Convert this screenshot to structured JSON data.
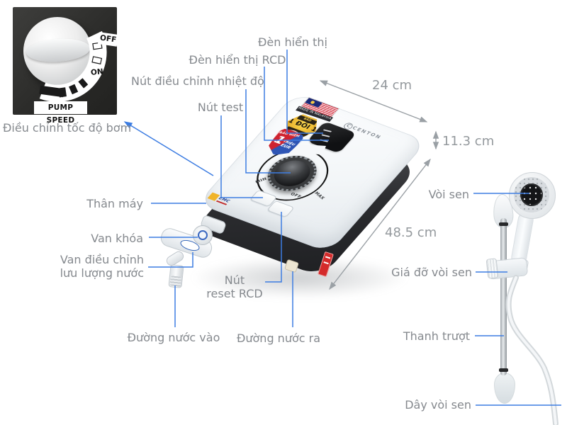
{
  "inset": {
    "off": "OFF",
    "on": "ON",
    "pump_speed": "PUMP SPEED"
  },
  "callouts": {
    "pump_speed_adjust": "Điều chỉnh tốc độ bơm",
    "indicator_light": "Đèn hiển thị",
    "rcd_indicator_light": "Đèn hiển thị RCD",
    "temperature_knob": "Nút điều chỉnh nhiệt độ",
    "test_button": "Nút test",
    "body": "Thân máy",
    "lock_valve": "Van khóa",
    "flow_valve_line1": "Van điều chỉnh",
    "flow_valve_line2": "lưu lượng nước",
    "water_inlet": "Đường nước vào",
    "rcd_reset_line1": "Nút",
    "rcd_reset_line2": "reset RCD",
    "water_outlet": "Đường nước ra",
    "shower_head": "Vòi sen",
    "shower_holder": "Giá đỡ vòi sen",
    "slide_bar": "Thanh trượt",
    "shower_hose": "Dây vòi sen"
  },
  "dimensions": {
    "width": "24 cm",
    "depth": "11.3 cm",
    "height": "48.5 cm"
  },
  "device": {
    "brand": "CENTON",
    "stickers": {
      "made_in": "MADE IN MALAYSIA",
      "warranty_badge_top": "BẢO HÀNH",
      "warranty_badge_main": "1 ĐỔI 1",
      "insurance_badge_top": "BẢO HIỂM",
      "insurance_badge_value": "1",
      "insurance_badge_unit1": "TRIỆU",
      "insurance_badge_unit2": "EUR",
      "emc": "EMC"
    },
    "dial": {
      "min": "MIN",
      "off": "OFF",
      "max": "MAX"
    }
  },
  "colors": {
    "callout_blue": "#3d7de2",
    "label_gray": "#85898e",
    "dimension_gray": "#94999d",
    "badge_yellow": "#eab22e",
    "shield_red": "#cf2330",
    "shield_blue": "#2e55b5"
  }
}
